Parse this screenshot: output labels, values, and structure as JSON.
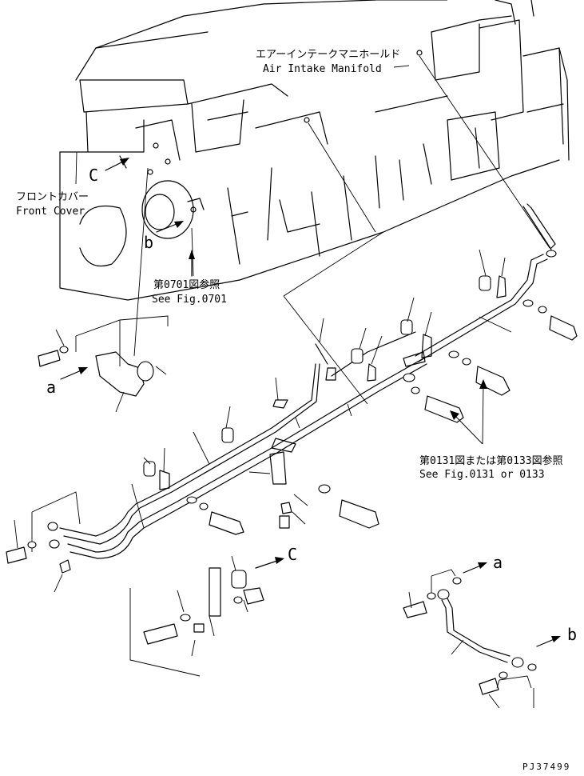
{
  "labels": {
    "air_intake_jp": "エアーインテークマニホールド",
    "air_intake_en": "Air Intake Manifold",
    "front_cover_jp": "フロントカバー",
    "front_cover_en": "Front Cover",
    "see_0701_jp": "第0701図参照",
    "see_0701_en": "See Fig.0701",
    "see_0131_jp": "第0131図または第0133図参照",
    "see_0131_en": "See Fig.0131 or 0133",
    "ref_a": "a",
    "ref_b": "b",
    "ref_c": "C",
    "drawing_number": "PJ37499"
  }
}
